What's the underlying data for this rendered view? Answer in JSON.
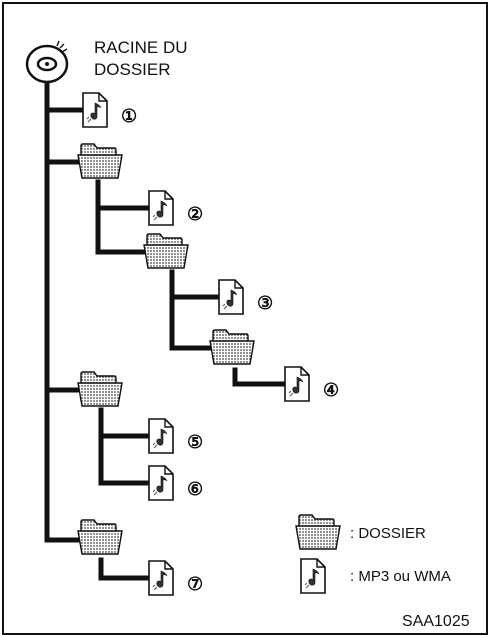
{
  "root": {
    "label_line1": "RACINE DU",
    "label_line2": "DOSSIER",
    "icon": "disc-icon"
  },
  "tree": {
    "files": [
      {
        "id": "file-1",
        "number": "①"
      },
      {
        "id": "file-2",
        "number": "②"
      },
      {
        "id": "file-3",
        "number": "③"
      },
      {
        "id": "file-4",
        "number": "④"
      },
      {
        "id": "file-5",
        "number": "⑤"
      },
      {
        "id": "file-6",
        "number": "⑥"
      },
      {
        "id": "file-7",
        "number": "⑦"
      }
    ]
  },
  "legend": {
    "folder_label": ": DOSSIER",
    "file_label": ": MP3 ou WMA"
  },
  "figure_code": "SAA1025"
}
